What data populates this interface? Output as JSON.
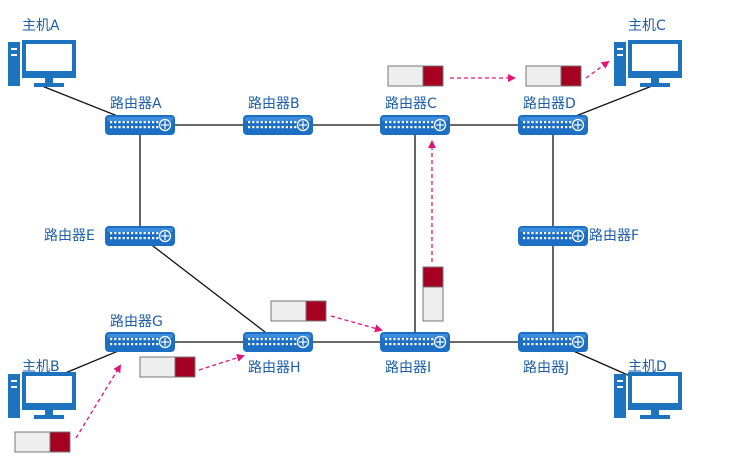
{
  "hosts": [
    {
      "id": "A",
      "label": "主机A"
    },
    {
      "id": "B",
      "label": "主机B"
    },
    {
      "id": "C",
      "label": "主机C"
    },
    {
      "id": "D",
      "label": "主机D"
    }
  ],
  "routers": [
    {
      "id": "A",
      "label": "路由器A"
    },
    {
      "id": "B",
      "label": "路由器B"
    },
    {
      "id": "C",
      "label": "路由器C"
    },
    {
      "id": "D",
      "label": "路由器D"
    },
    {
      "id": "E",
      "label": "路由器E"
    },
    {
      "id": "F",
      "label": "路由器F"
    },
    {
      "id": "G",
      "label": "路由器G"
    },
    {
      "id": "H",
      "label": "路由器H"
    },
    {
      "id": "I",
      "label": "路由器I"
    },
    {
      "id": "J",
      "label": "路由器J"
    }
  ],
  "links": [
    [
      "host-A",
      "router-A"
    ],
    [
      "router-A",
      "router-B"
    ],
    [
      "router-B",
      "router-C"
    ],
    [
      "router-C",
      "router-D"
    ],
    [
      "router-D",
      "host-C"
    ],
    [
      "router-A",
      "router-E"
    ],
    [
      "router-E",
      "router-H"
    ],
    [
      "router-C",
      "router-I"
    ],
    [
      "router-D",
      "router-F"
    ],
    [
      "router-F",
      "router-J"
    ],
    [
      "router-G",
      "router-H"
    ],
    [
      "router-H",
      "router-I"
    ],
    [
      "router-I",
      "router-J"
    ],
    [
      "router-J",
      "host-D"
    ],
    [
      "router-G",
      "host-B"
    ]
  ],
  "packet_path": [
    "host-B",
    "router-G",
    "router-H",
    "router-I",
    "router-C",
    "router-D",
    "host-C"
  ],
  "colors": {
    "router_body": "#1d6fc4",
    "router_dots": "#ffffff",
    "host_monitor": "#1e73be",
    "host_screen": "#ffffff",
    "link": "#111111",
    "arrow": "#e0157a",
    "label": "#1f5ea8",
    "packet_header": "#a50021",
    "packet_body": "#eeeeee",
    "packet_border": "#777777"
  },
  "icons": {
    "router": "router-icon",
    "host": "desktop-computer-icon",
    "packet": "packet-icon"
  }
}
